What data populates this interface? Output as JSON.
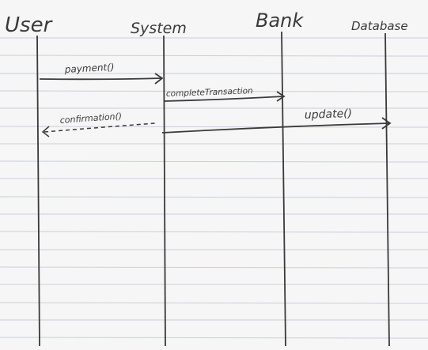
{
  "participants": [
    {
      "id": "user",
      "label": "User"
    },
    {
      "id": "system",
      "label": "System"
    },
    {
      "id": "bank",
      "label": "Bank"
    },
    {
      "id": "database",
      "label": "Database"
    }
  ],
  "messages": [
    {
      "label": "payment()",
      "from": "user",
      "to": "system",
      "style": "solid"
    },
    {
      "label": "completeTransaction",
      "from": "system",
      "to": "bank",
      "style": "solid"
    },
    {
      "label": "confirmation()",
      "from": "system",
      "to": "user",
      "style": "dashed"
    },
    {
      "label": "update()",
      "from": "system",
      "to": "database",
      "style": "solid"
    }
  ],
  "colors": {
    "paper": "#f6f6f6",
    "rule": "#c9cfdb",
    "pencil": "#3a3a3a"
  }
}
